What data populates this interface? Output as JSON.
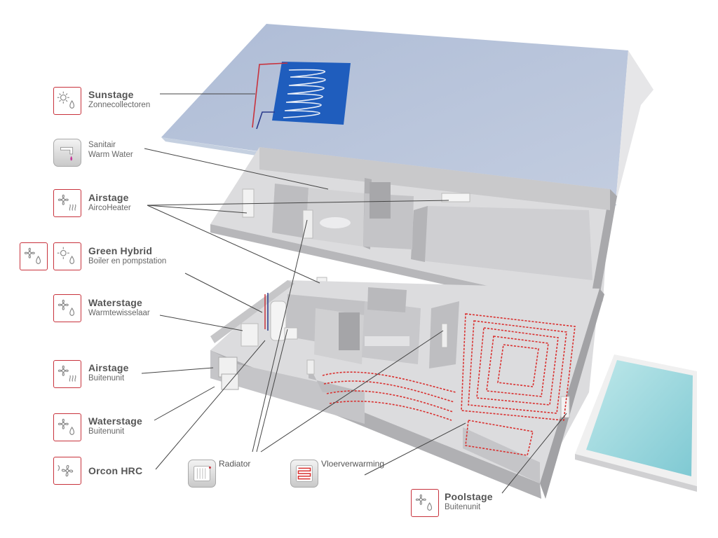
{
  "labels": {
    "sunstage": {
      "title": "Sunstage",
      "subtitle": "Zonnecollectoren"
    },
    "sanitair": {
      "line1": "Sanitair",
      "line2": "Warm Water"
    },
    "airstage_heater": {
      "title": "Airstage",
      "subtitle": "AircoHeater"
    },
    "green_hybrid": {
      "title": "Green Hybrid",
      "subtitle": "Boiler en pompstation"
    },
    "waterstage_exchanger": {
      "title": "Waterstage",
      "subtitle": "Warmtewisselaar"
    },
    "airstage_outdoor": {
      "title": "Airstage",
      "subtitle": "Buitenunit"
    },
    "waterstage_outdoor": {
      "title": "Waterstage",
      "subtitle": "Buitenunit"
    },
    "orcon": {
      "title": "Orcon HRC"
    },
    "poolstage": {
      "title": "Poolstage",
      "subtitle": "Buitenunit"
    }
  },
  "legend": {
    "radiator": "Radiator",
    "floor_heating": "Vloerverwarming"
  },
  "colors": {
    "accent_red": "#c8323c",
    "roof": "#b9c6dc",
    "wall": "#c9c9cb",
    "floor": "#dcdcde",
    "pool_water": "#9fd8dd",
    "leader_line": "#444444"
  },
  "icons": [
    "sun-drop-icon",
    "tap-icon",
    "fan-heat-icon",
    "fan-drop-icon",
    "fan-swirl-icon",
    "radiator-icon",
    "floor-heating-icon"
  ]
}
